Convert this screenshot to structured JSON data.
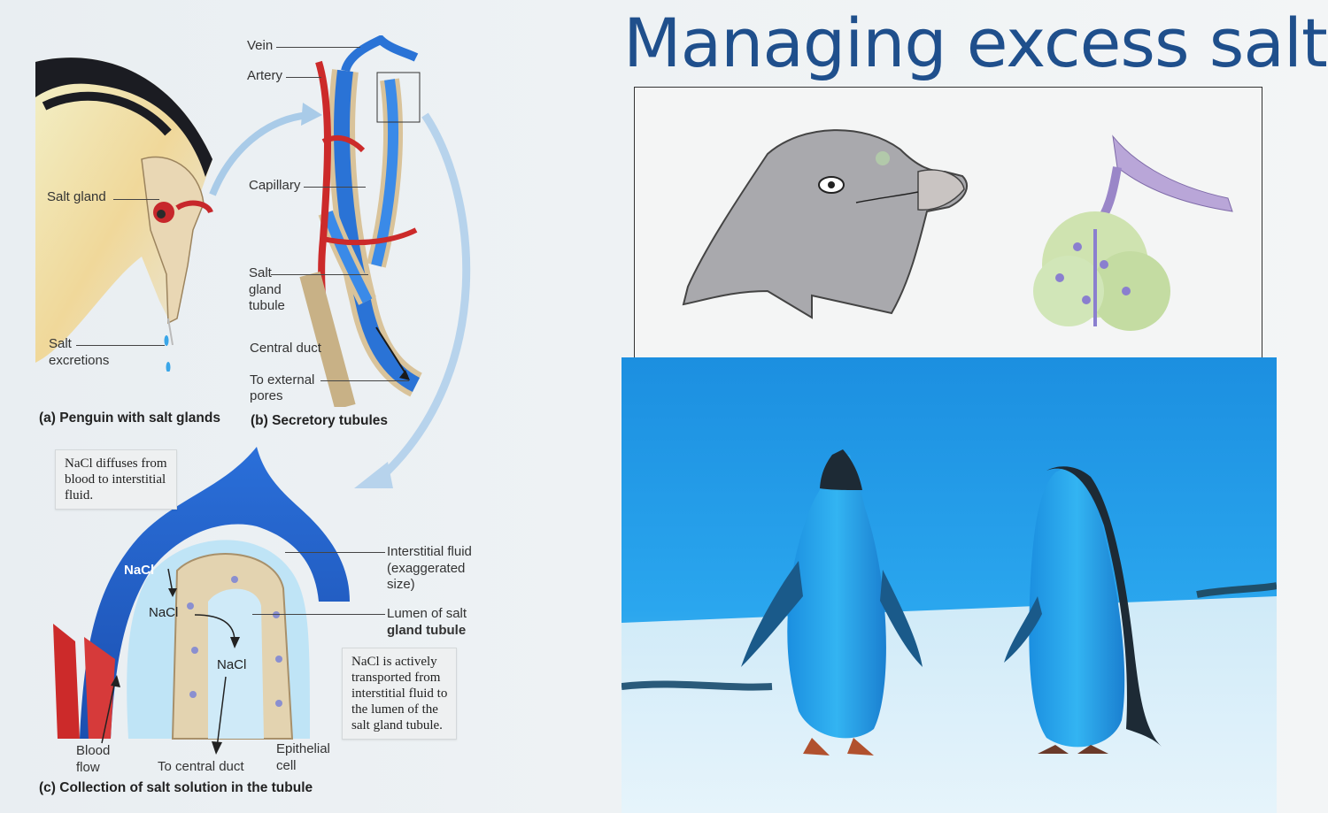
{
  "title": "Managing excess salt",
  "panel_a": {
    "labels": {
      "salt_gland": "Salt gland",
      "salt_excretions_1": "Salt",
      "salt_excretions_2": "excretions"
    },
    "caption": "(a) Penguin with salt glands"
  },
  "panel_b": {
    "labels": {
      "vein": "Vein",
      "artery": "Artery",
      "capillary": "Capillary",
      "salt_gland_tubule_1": "Salt",
      "salt_gland_tubule_2": "gland",
      "salt_gland_tubule_3": "tubule",
      "central_duct": "Central duct",
      "to_external_pores_1": "To external",
      "to_external_pores_2": "pores"
    },
    "caption": "(b) Secretory tubules"
  },
  "panel_c": {
    "note_top": [
      "NaCl diffuses from",
      "blood to interstitial",
      "fluid."
    ],
    "note_bottom": [
      "NaCl is actively",
      "transported from",
      "interstitial fluid to",
      "the lumen of the",
      "salt gland tubule."
    ],
    "labels": {
      "interstitial_1": "Interstitial fluid",
      "interstitial_2": "(exaggerated",
      "interstitial_3": "size)",
      "lumen_1": "Lumen of salt",
      "lumen_2": "gland tubule",
      "epithelial_1": "Epithelial",
      "epithelial_2": "cell",
      "blood_flow_1": "Blood",
      "blood_flow_2": "flow",
      "to_central_duct": "To central duct"
    },
    "nacl": [
      "NaCl",
      "NaCl",
      "NaCl"
    ],
    "caption": "(c) Collection of salt solution in the tubule"
  },
  "colors": {
    "title": "#1f4f8c",
    "artery": "#cc2a2a",
    "vein": "#2a73d6",
    "sky": "#1a86d6"
  }
}
